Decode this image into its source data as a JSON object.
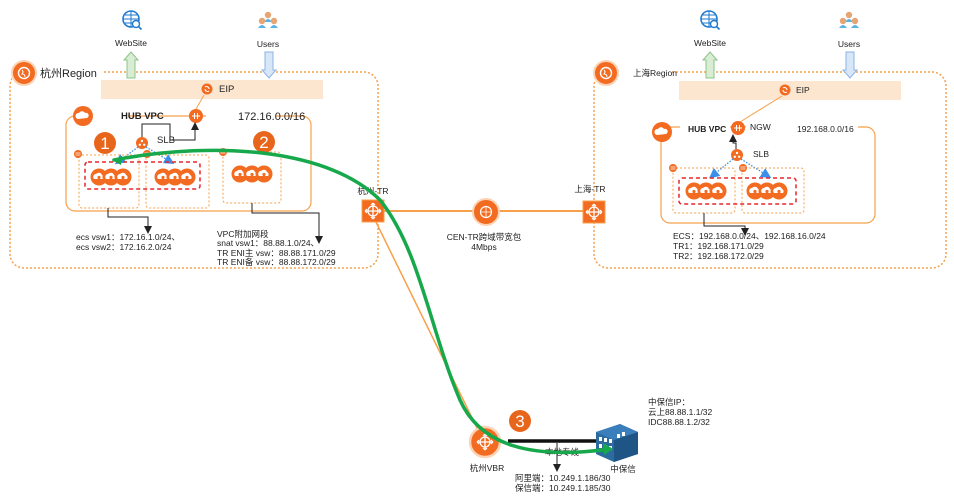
{
  "colors": {
    "orange": "#F26B21",
    "orange_light": "#F7A04B",
    "region_border": "#F5A04A",
    "eip_band": "#FCE6CF",
    "green_path": "#16A84A",
    "red_dash": "#E8262C",
    "slb_blue": "#3B8FE8",
    "building_blue": "#2C6BA0"
  },
  "hangzhou": {
    "region_label": "杭州Region",
    "website_label": "WebSite",
    "users_label": "Users",
    "eip_label": "EIP",
    "vpc_label": "HUB VPC",
    "vpc_cidr": "172.16.0.0/16",
    "slb_label": "SLB",
    "badge1": "1",
    "badge2": "2",
    "ecs_note": [
      "ecs vsw1：172.16.1.0/24、",
      "ecs vsw2：172.16.2.0/24"
    ],
    "vpc_attach_note": [
      "VPC附加网段",
      "snat vsw1：88.88.1.0/24、",
      "TR ENI主 vsw：88.88.171.0/29",
      "TR ENI备 vsw：88.88.172.0/29"
    ],
    "tr_label": "杭州-TR"
  },
  "cen": {
    "label_line1": "CEN-TR跨域带宽包",
    "label_line2": "4Mbps"
  },
  "shanghai": {
    "region_label": "上海Region",
    "website_label": "WebSite",
    "users_label": "Users",
    "eip_label": "EIP",
    "vpc_label": "HUB VPC",
    "ngw_label": "NGW",
    "vpc_cidr": "192.168.0.0/16",
    "slb_label": "SLB",
    "note": [
      "ECS：192.168.0.0/24、192.168.16.0/24",
      "TR1：192.168.171.0/29",
      "TR2：192.168.172.0/29"
    ],
    "tr_label": "上海-TR"
  },
  "vbr": {
    "label": "杭州VBR",
    "badge3": "3",
    "line_label": "本地专线",
    "ip_note": [
      "阿里端：10.249.1.186/30",
      "保信端：10.249.1.185/30"
    ]
  },
  "idc": {
    "label": "中保信",
    "ip_note": [
      "中保信IP：",
      "云上88.88.1.1/32",
      "IDC88.88.1.2/32"
    ]
  }
}
